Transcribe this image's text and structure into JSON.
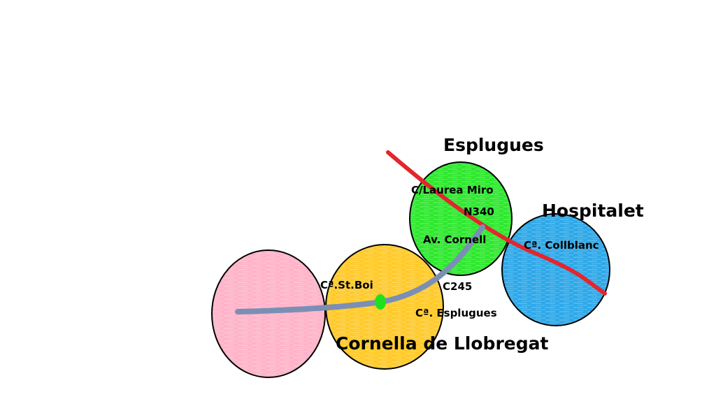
{
  "regions": {
    "pink": {
      "name": "",
      "color": "#ffb3c8"
    },
    "cornella": {
      "name": "Cornella de Llobregat",
      "color": "#ffca2a"
    },
    "esplugues": {
      "name": "Esplugues",
      "color": "#2ee82e"
    },
    "hospitalet": {
      "name": "Hospitalet",
      "color": "#2ea8e8"
    }
  },
  "streets": {
    "st_boi": "Cª.St.Boi",
    "esplugues_road": "Cª. Esplugues",
    "c245": "C245",
    "laurea_miro": "C/Laurea Miro",
    "n340": "N340",
    "av_cornell": "Av. Cornell",
    "collblanc": "Cª. Collblanc"
  },
  "routes": {
    "red_line_color": "#e3262e",
    "blue_line_color": "#7b8fb5",
    "point_color": "#1fe01f"
  }
}
